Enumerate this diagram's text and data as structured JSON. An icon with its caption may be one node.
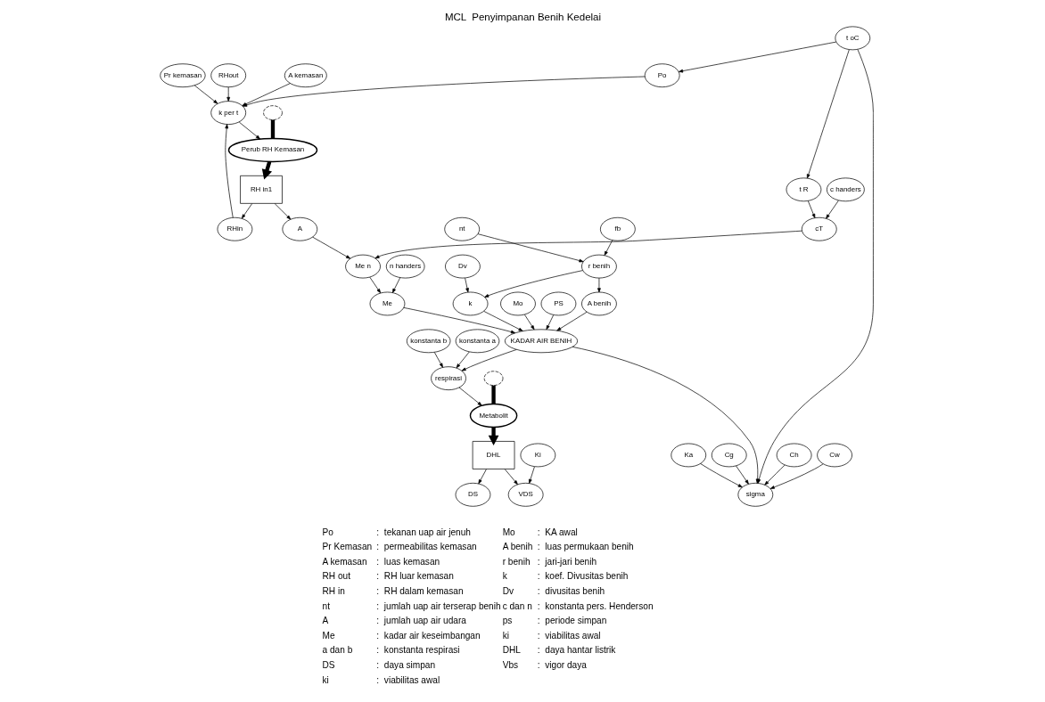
{
  "diagram": {
    "title": "MCL  Penyimpanan Benih Kedelai",
    "nodes": [
      {
        "text": [
          "Pr kemasan"
        ]
      },
      {
        "text": [
          "RHout"
        ]
      },
      {
        "text": [
          "A kemasan"
        ]
      },
      {
        "text": [
          "RHin"
        ]
      },
      {
        "text": [
          "k per t"
        ]
      },
      {
        "text": [
          "RH in1"
        ]
      },
      {
        "text": [
          "Perub RH Kemasan"
        ]
      },
      {
        "text": [],
        "shape": "cloud"
      },
      {
        "text": [
          "A"
        ]
      },
      {
        "text": [
          "nt"
        ]
      },
      {
        "text": [
          "fb"
        ]
      },
      {
        "text": [
          "Dv"
        ]
      },
      {
        "text": [
          "r benih"
        ]
      },
      {
        "text": [
          "k"
        ]
      },
      {
        "text": [
          "konstanta b"
        ]
      },
      {
        "text": [
          "respirasi"
        ]
      },
      {
        "text": [
          "Ki"
        ]
      },
      {
        "text": [
          "Me n"
        ]
      },
      {
        "text": [
          "Me"
        ]
      },
      {
        "text": [
          "A benih"
        ]
      },
      {
        "text": [
          "c handers"
        ]
      },
      {
        "text": [
          "cT"
        ]
      },
      {
        "text": [
          "n handers"
        ]
      },
      {
        "text": [
          "Mo"
        ]
      },
      {
        "text": [
          "KADAR AIR BENIH"
        ]
      },
      {
        "text": [
          "Po"
        ]
      },
      {
        "text": [
          "t R"
        ]
      },
      {
        "text": [
          "Ka"
        ]
      },
      {
        "text": [
          "Cg"
        ]
      },
      {
        "text": [
          "sigma"
        ]
      },
      {
        "text": [
          "t oC"
        ]
      },
      {
        "text": [
          "Ch"
        ]
      },
      {
        "text": [
          "Cw"
        ]
      },
      {
        "text": [
          "PS"
        ]
      },
      {
        "text": [],
        "shape": "cloud"
      },
      {
        "text": [
          "Metabolit"
        ]
      },
      {
        "text": [
          "DHL"
        ]
      },
      {
        "text": [
          "VDS"
        ]
      },
      {
        "text": [
          "konstanta a"
        ]
      },
      {
        "text": [
          "DS"
        ]
      }
    ],
    "edges": [
      {
        "from": 0,
        "to": 4,
        "arrow": "to"
      },
      {
        "from": 1,
        "to": 4,
        "arrow": "to"
      },
      {
        "from": 2,
        "to": 4,
        "arrow": "to"
      },
      {
        "from": 3,
        "to": 4,
        "arrow": "to"
      },
      {
        "from": 25,
        "to": 4,
        "arrow": "to"
      },
      {
        "from": 5,
        "to": 3,
        "arrow": "to"
      },
      {
        "from": 4,
        "to": 6,
        "arrow": "to"
      },
      {
        "from": 7,
        "to": 6,
        "arrow": "none",
        "style": "thick"
      },
      {
        "from": 6,
        "to": 5,
        "arrow": "to",
        "style": "thick"
      },
      {
        "from": 5,
        "to": 8,
        "arrow": "to"
      },
      {
        "from": 8,
        "to": 17,
        "arrow": "to"
      },
      {
        "from": 17,
        "to": 18,
        "arrow": "to"
      },
      {
        "from": 20,
        "to": 21,
        "arrow": "to"
      },
      {
        "from": 21,
        "to": 17,
        "arrow": "to"
      },
      {
        "from": 26,
        "to": 21,
        "arrow": "to"
      },
      {
        "from": 30,
        "to": 26,
        "arrow": "to"
      },
      {
        "from": 30,
        "to": 25,
        "arrow": "to"
      },
      {
        "from": 30,
        "to": 29,
        "arrow": "to"
      },
      {
        "from": 9,
        "to": 12,
        "arrow": "to"
      },
      {
        "from": 10,
        "to": 12,
        "arrow": "to"
      },
      {
        "from": 11,
        "to": 13,
        "arrow": "to"
      },
      {
        "from": 12,
        "to": 13,
        "arrow": "to"
      },
      {
        "from": 12,
        "to": 19,
        "arrow": "to"
      },
      {
        "from": 13,
        "to": 24,
        "arrow": "to"
      },
      {
        "from": 19,
        "to": 24,
        "arrow": "to"
      },
      {
        "from": 18,
        "to": 24,
        "arrow": "to"
      },
      {
        "from": 22,
        "to": 18,
        "arrow": "to"
      },
      {
        "from": 23,
        "to": 24,
        "arrow": "to"
      },
      {
        "from": 33,
        "to": 24,
        "arrow": "to"
      },
      {
        "from": 24,
        "to": 29,
        "arrow": "to"
      },
      {
        "from": 24,
        "to": 15,
        "arrow": "to"
      },
      {
        "from": 14,
        "to": 15,
        "arrow": "to"
      },
      {
        "from": 38,
        "to": 15,
        "arrow": "to"
      },
      {
        "from": 15,
        "to": 35,
        "arrow": "to"
      },
      {
        "from": 34,
        "to": 35,
        "arrow": "none",
        "style": "thick"
      },
      {
        "from": 35,
        "to": 36,
        "arrow": "to",
        "style": "thick"
      },
      {
        "from": 16,
        "to": 37,
        "arrow": "to"
      },
      {
        "from": 36,
        "to": 37,
        "arrow": "to"
      },
      {
        "from": 36,
        "to": 39,
        "arrow": "to"
      },
      {
        "from": 27,
        "to": 29,
        "arrow": "to"
      },
      {
        "from": 28,
        "to": 29,
        "arrow": "to"
      },
      {
        "from": 31,
        "to": 29,
        "arrow": "to"
      },
      {
        "from": 32,
        "to": 29,
        "arrow": "to"
      }
    ],
    "labels": [
      "Po",
      ":",
      "tekanan uap air jenuh",
      "Mo",
      ":",
      "KA awal",
      "Pr Kemasan",
      ":",
      "permeabilitas kemasan",
      "A benih",
      ":",
      "luas permukaan benih",
      "A kemasan",
      ":",
      "luas kemasan",
      "r benih",
      ":",
      "jari-jari benih",
      "RH out",
      ":",
      "RH luar kemasan",
      "k",
      ":",
      "koef. Divusitas benih",
      "RH in",
      ":",
      "RH dalam kemasan",
      "Dv",
      ":",
      "divusitas benih",
      "nt",
      ":",
      "jumlah uap air terserap benih",
      "c dan n",
      ":",
      "konstanta pers. Henderson",
      "A",
      ":",
      "jumlah uap air udara",
      "ps",
      ":",
      "periode simpan",
      "Me",
      ":",
      "kadar air keseimbangan",
      "ki",
      ":",
      "viabilitas awal",
      "a dan b",
      ":",
      "konstanta respirasi",
      "DHL",
      ":",
      "daya hantar listrik",
      "DS",
      ":",
      "daya simpan",
      "Vbs",
      ":",
      "vigor daya",
      "ki",
      ":",
      "viabilitas awal"
    ]
  }
}
